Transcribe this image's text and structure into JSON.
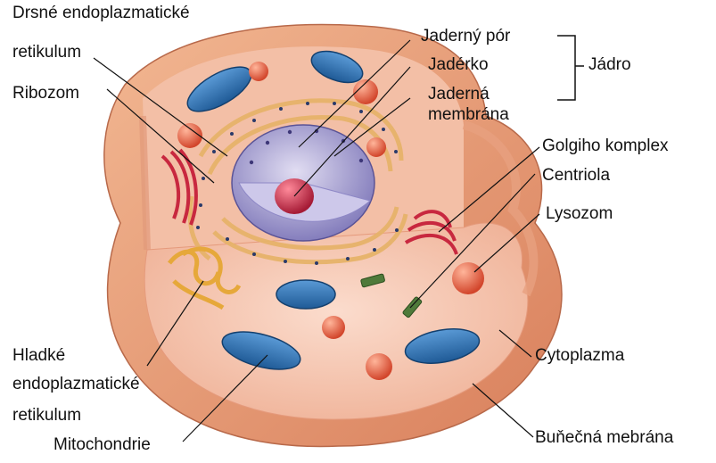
{
  "labels": {
    "rough_er_line1": "Drsné endoplazmatické",
    "rough_er_line2": "retikulum",
    "ribosome": "Ribozom",
    "nuclear_pore": "Jaderný pór",
    "nucleolus": "Jadérko",
    "nuclear_membrane_line1": "Jaderná",
    "nuclear_membrane_line2": "membrána",
    "nucleus": "Jádro",
    "golgi": "Golgiho komplex",
    "centriole": "Centriola",
    "lysosome": "Lysozom",
    "smooth_er_line1": "Hladké",
    "smooth_er_line2": "endoplazmatické",
    "smooth_er_line3": "retikulum",
    "cytoplasm": "Cytoplazma",
    "mitochondria": "Mitochondrie",
    "cell_membrane": "Buňečná mebrána"
  },
  "colors": {
    "membrane_outer": "#e8a27f",
    "membrane_inner": "#f4c2a6",
    "cytoplasm": "#f7c9b5",
    "nucleus": "#b9b3dc",
    "nucleolus": "#c9304a",
    "mitochondria": "#2f6fb0",
    "golgi": "#c8283f",
    "lysosome": "#e55a3c",
    "rough_er": "#e7b36a",
    "smooth_er": "#e6a83a",
    "centriole": "#4f7a3a"
  }
}
